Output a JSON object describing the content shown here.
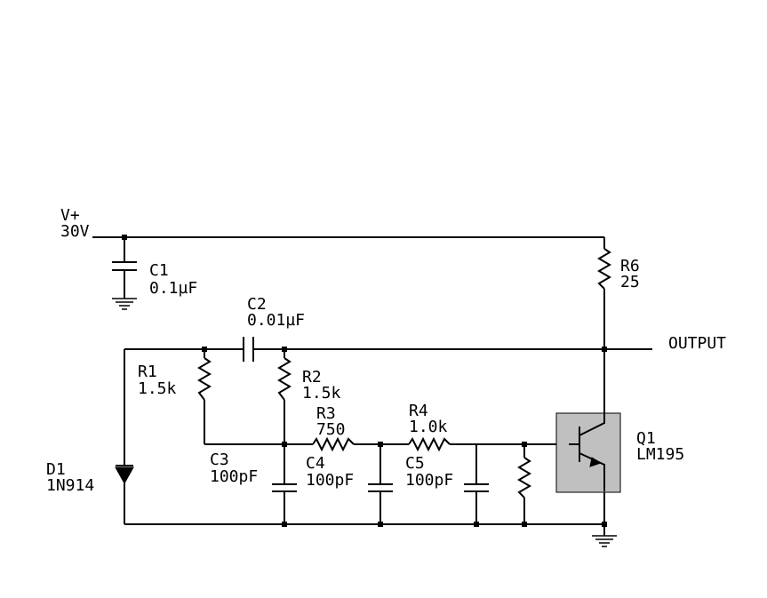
{
  "supply": {
    "name": "V+",
    "value": "30V"
  },
  "output_label": "OUTPUT",
  "components": {
    "C1": {
      "ref": "C1",
      "value": "0.1µF"
    },
    "C2": {
      "ref": "C2",
      "value": "0.01µF"
    },
    "C3": {
      "ref": "C3",
      "value": "100pF"
    },
    "C4": {
      "ref": "C4",
      "value": "100pF"
    },
    "C5": {
      "ref": "C5",
      "value": "100pF"
    },
    "R1": {
      "ref": "R1",
      "value": "1.5k"
    },
    "R2": {
      "ref": "R2",
      "value": "1.5k"
    },
    "R3": {
      "ref": "R3",
      "value": "750"
    },
    "R4": {
      "ref": "R4",
      "value": "1.0k"
    },
    "R6": {
      "ref": "R6",
      "value": "25"
    },
    "D1": {
      "ref": "D1",
      "value": "1N914"
    },
    "Q1": {
      "ref": "Q1",
      "value": "LM195"
    }
  },
  "colors": {
    "wire": "#000000",
    "transistor_fill": "#c0c0c0",
    "background": "#ffffff"
  }
}
